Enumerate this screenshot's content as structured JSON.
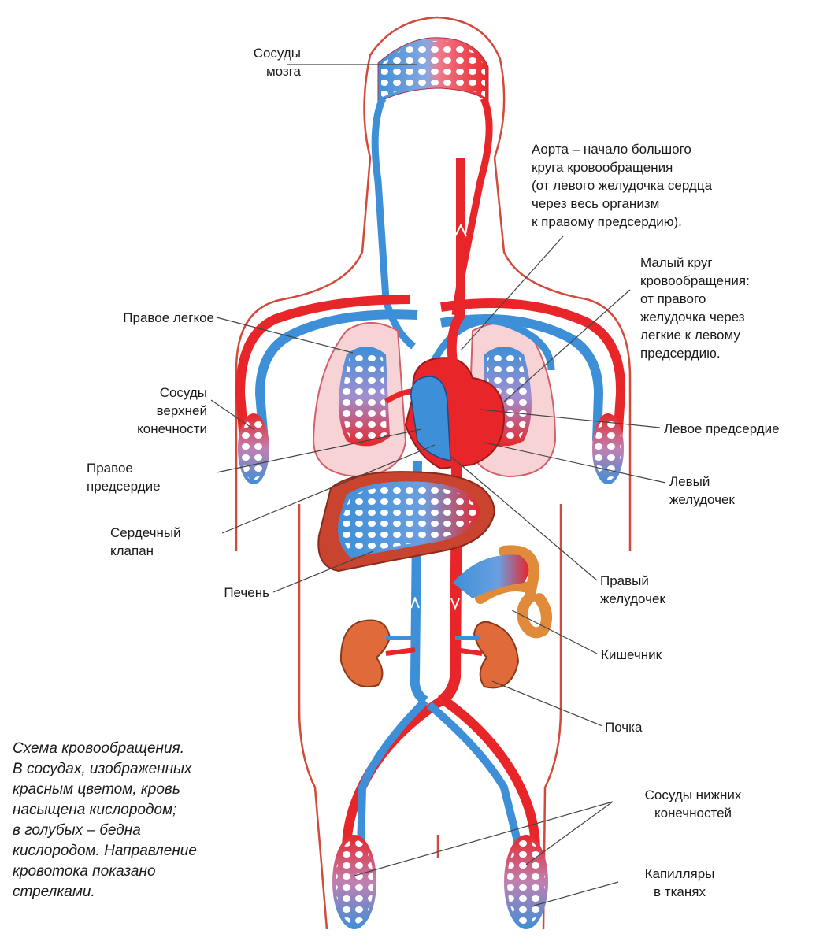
{
  "colors": {
    "artery": "#e8262a",
    "vein": "#3d8fd8",
    "outline": "#d24a3a",
    "lung_fill": "#f7d3d6",
    "liver": "#c9442e",
    "text": "#1a1a1a",
    "leader": "#444444"
  },
  "labels": {
    "brain_vessels": "Сосуды\nмозга",
    "aorta": "Аорта – начало большого\nкруга кровообращения\n(от левого желудочка сердца\nчерез весь организм\nк правому предсердию).",
    "pulmonary_circuit": "Малый круг\nкровообращения:\nот правого\nжелудочка через\nлегкие к левому\nпредсердию.",
    "right_lung": "Правое легкое",
    "upper_limb_vessels": "Сосуды\nверхней\nконечности",
    "left_atrium": "Левое предсердие",
    "right_atrium": "Правое\nпредсердие",
    "left_ventricle": "Левый\nжелудочек",
    "heart_valve": "Сердечный\nклапан",
    "liver": "Печень",
    "right_ventricle": "Правый\nжелудочек",
    "intestine": "Кишечник",
    "kidney": "Почка",
    "lower_limb_vessels": "Сосуды нижних\nконечностей",
    "tissue_capillaries": "Капилляры\nв тканях"
  },
  "caption": "Схема кровообращения.\nВ сосудах, изображенных\nкрасным цветом, кровь\nнасыщена кислородом;\nв голубых – бедна\nкислородом. Направление\nкровотока показано\nстрелками."
}
